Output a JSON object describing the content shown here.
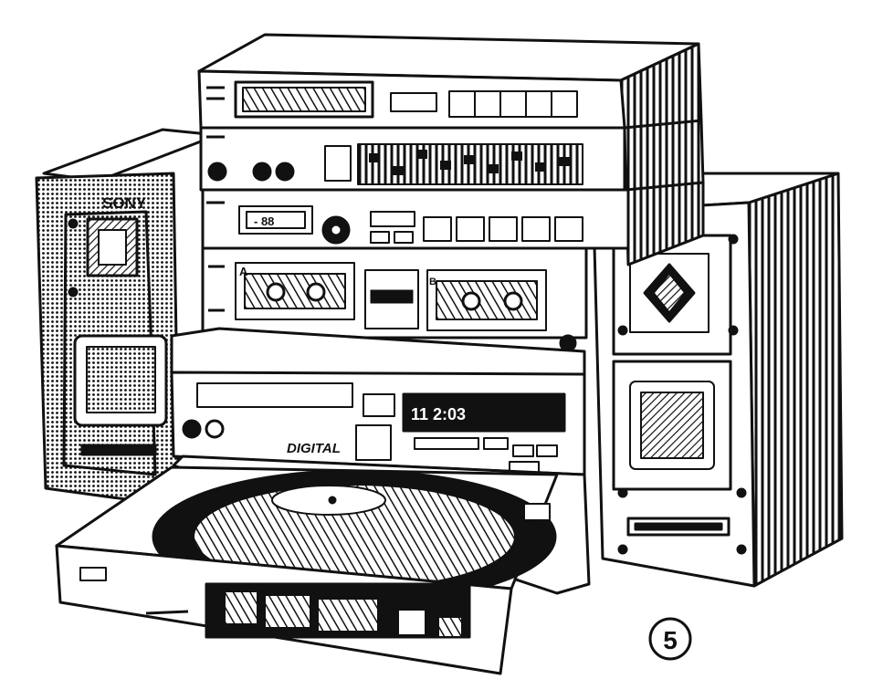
{
  "illustration": {
    "brand_logo": "SONY",
    "cd_player_label": "DIGITAL",
    "cassette_deck_a_label": "A",
    "cassette_deck_b_label": "B",
    "tuner_readout": "- 88",
    "cd_readout": "11 2:03",
    "figure_number": "5"
  }
}
